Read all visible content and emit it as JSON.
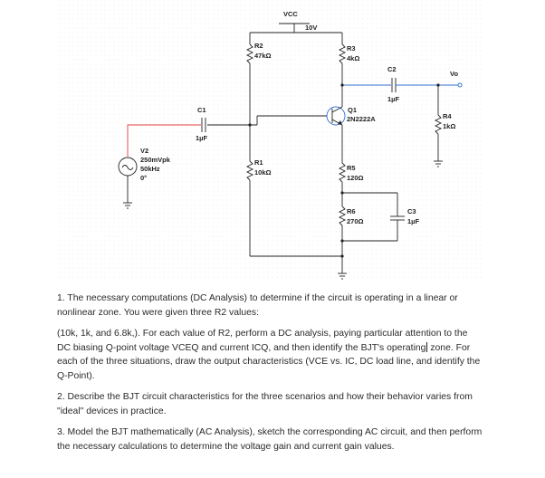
{
  "schematic": {
    "vcc": {
      "name": "VCC",
      "value": "10V"
    },
    "r2": {
      "name": "R2",
      "value": "47kΩ"
    },
    "r3": {
      "name": "R3",
      "value": "4kΩ"
    },
    "r1": {
      "name": "R1",
      "value": "10kΩ"
    },
    "r5": {
      "name": "R5",
      "value": "120Ω"
    },
    "r6": {
      "name": "R6",
      "value": "270Ω"
    },
    "r4": {
      "name": "R4",
      "value": "1kΩ"
    },
    "c1": {
      "name": "C1",
      "value": "1µF"
    },
    "c2": {
      "name": "C2",
      "value": "1µF"
    },
    "c3": {
      "name": "C3",
      "value": "1µF"
    },
    "q1": {
      "name": "Q1",
      "value": "2N2222A"
    },
    "v2": {
      "name": "V2",
      "amplitude": "250mVpk",
      "frequency": "50kHz",
      "phase": "0°"
    },
    "vo": {
      "name": "Vo"
    }
  },
  "questions": {
    "q1_intro": "1. The necessary computations (DC Analysis) to determine if the circuit is operating in a linear or nonlinear zone. You were given three R2 values:",
    "q1_detail": "(10k, 1k, and 6.8k,). For each value of R2, perform a DC analysis, paying particular attention to the DC biasing Q-point voltage VCEQ and current ICQ, and then identify the BJT's operating",
    "q1_detail_end": "zone. For each of the three situations, draw the output characteristics (VCE vs. IC, DC load line, and identify the Q-Point).",
    "q2": "2. Describe the BJT circuit characteristics for the three scenarios and how their behavior varies from \"ideal\" devices in practice.",
    "q3": "3. Model the BJT mathematically (AC Analysis), sketch the corresponding AC circuit, and then perform the necessary calculations to determine the voltage gain and current gain values."
  }
}
